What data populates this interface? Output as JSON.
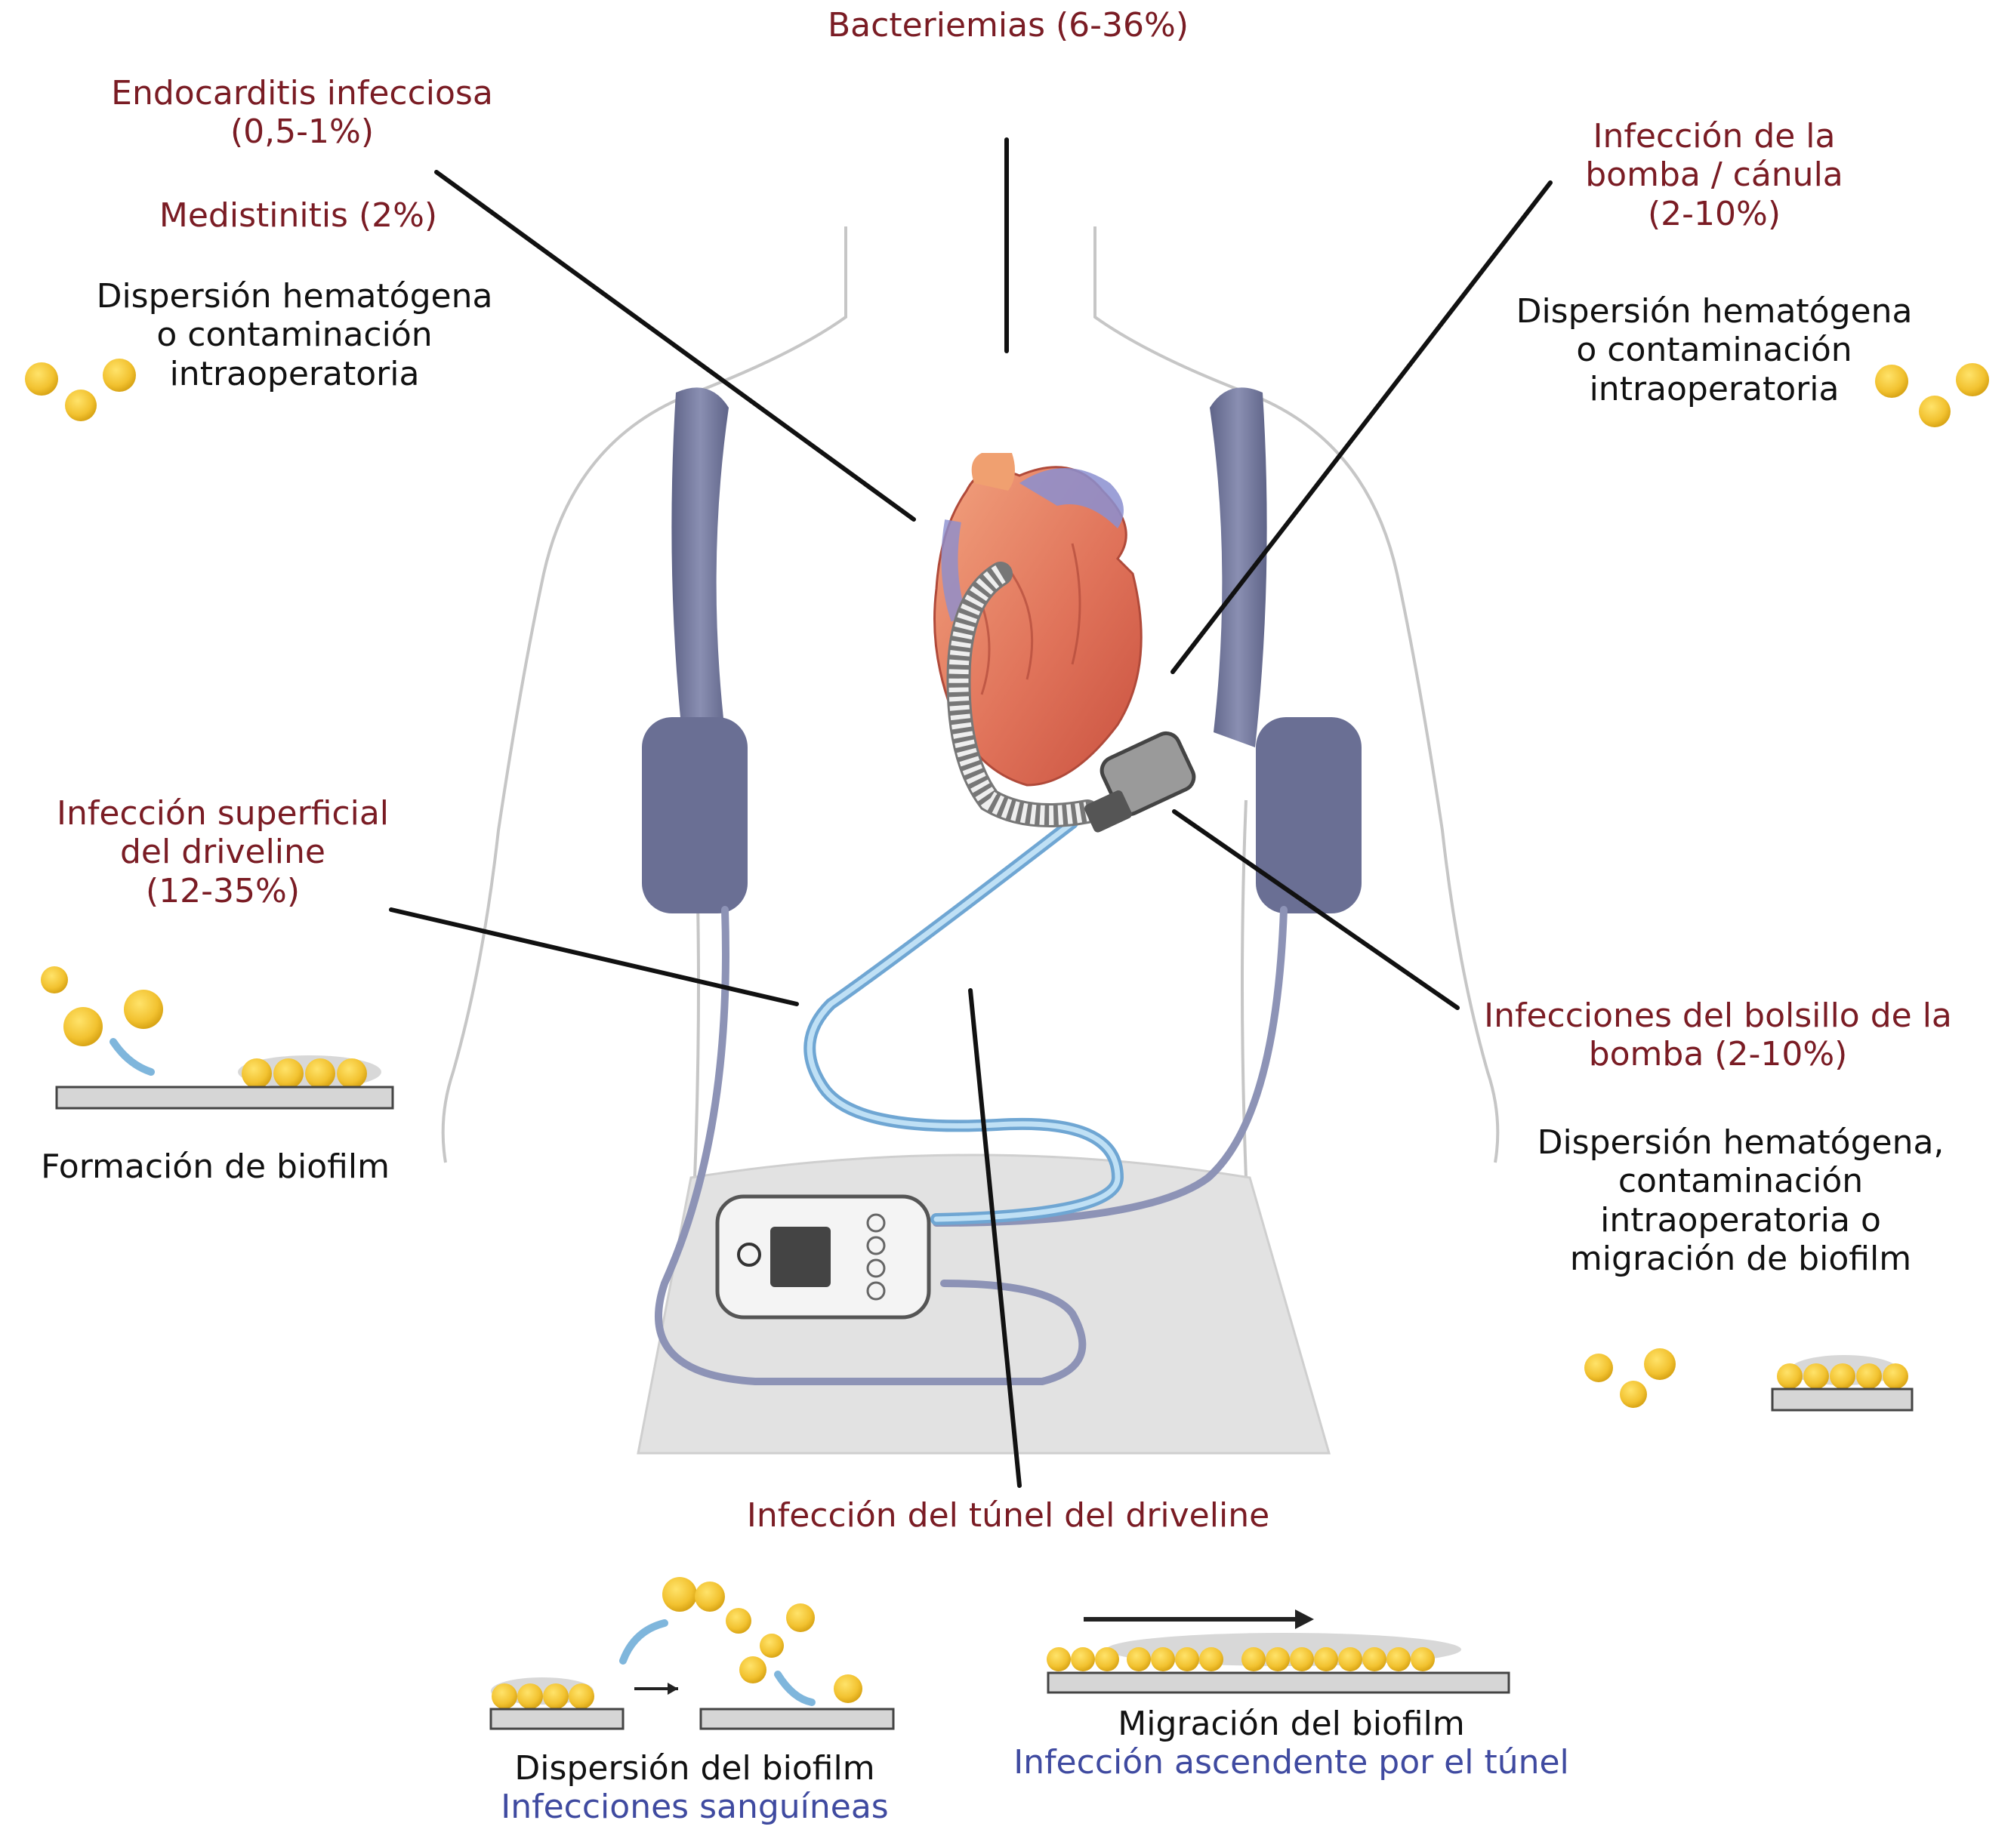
{
  "labels": {
    "bacteremia": "Bacteriemias (6-36%)",
    "endocarditis_1": "Endocarditis infecciosa",
    "endocarditis_2": "(0,5-1%)",
    "mediastinitis": "Medistinitis (2%)",
    "left_mech_1": "Dispersión hematógena",
    "left_mech_2": "o contaminación",
    "left_mech_3": "intraoperatoria",
    "pump_inf_1": "Infección de la",
    "pump_inf_2": "bomba / cánula",
    "pump_inf_3": "(2-10%)",
    "right_mech_1": "Dispersión hematógena",
    "right_mech_2": "o contaminación",
    "right_mech_3": "intraoperatoria",
    "superficial_1": "Infección superficial",
    "superficial_2": "del driveline",
    "superficial_3": "(12-35%)",
    "biofilm_formation": "Formación de biofilm",
    "pocket_1": "Infecciones del bolsillo de la",
    "pocket_2": "bomba (2-10%)",
    "pocket_mech_1": "Dispersión hematógena,",
    "pocket_mech_2": "contaminación",
    "pocket_mech_3": "intraoperatoria o",
    "pocket_mech_4": "migración de biofilm",
    "tunnel": "Infección del túnel del driveline",
    "dispersion_1": "Dispersión del biofilm",
    "dispersion_2": "Infecciones sanguíneas",
    "migration_1": "Migración del biofilm",
    "migration_2": "Infección ascendente por el túnel"
  },
  "colors": {
    "label_red": "#7a1c24",
    "label_blue": "#3f4aa0",
    "bacteria": "#f2c230",
    "harness": "#6e7396",
    "driveline": "#9cc8e8"
  }
}
